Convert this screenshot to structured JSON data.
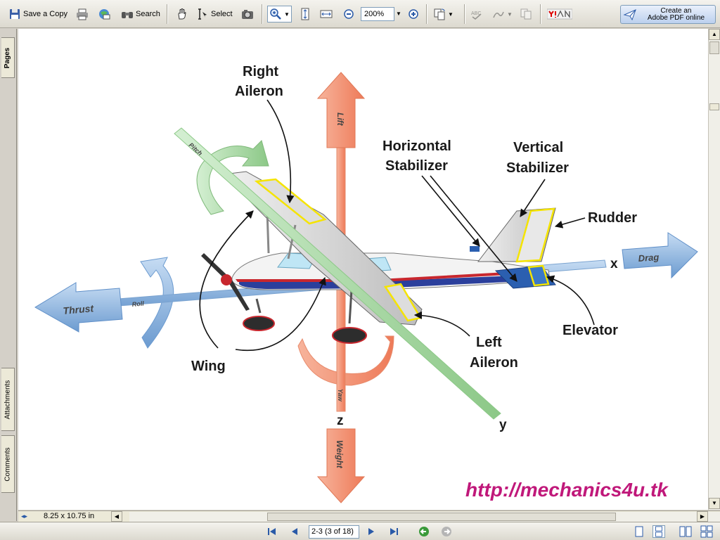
{
  "toolbar": {
    "save_copy": "Save a Copy",
    "search": "Search",
    "select": "Select",
    "zoom_value": "200%",
    "create_line1": "Create an",
    "create_line2": "Adobe PDF online"
  },
  "left_tabs": {
    "pages": "Pages",
    "attachments": "Attachments",
    "comments": "Comments"
  },
  "diagram": {
    "labels": {
      "right_aileron_1": "Right",
      "right_aileron_2": "Aileron",
      "horizontal_stab_1": "Horizontal",
      "horizontal_stab_2": "Stabilizer",
      "vertical_stab_1": "Vertical",
      "vertical_stab_2": "Stabilizer",
      "rudder": "Rudder",
      "elevator": "Elevator",
      "left_aileron_1": "Left",
      "left_aileron_2": "Aileron",
      "wing": "Wing"
    },
    "arrows": {
      "lift": "Lift",
      "weight": "Weight",
      "thrust": "Thrust",
      "drag": "Drag",
      "roll": "Roll",
      "pitch": "Pitch",
      "yaw": "Yaw"
    },
    "axes": {
      "x": "x",
      "y": "y",
      "z": "z"
    },
    "watermark": "http://mechanics4u.tk"
  },
  "status": {
    "page_size": "8.25 x 10.75 in",
    "page_indicator": "2-3 (3 of 18)"
  },
  "colors": {
    "lift_weight": "#f08a6a",
    "thrust_drag": "#7ba7d8",
    "pitch": "#9ed29a",
    "watermark": "#c0187a",
    "highlight": "#f5e400"
  }
}
